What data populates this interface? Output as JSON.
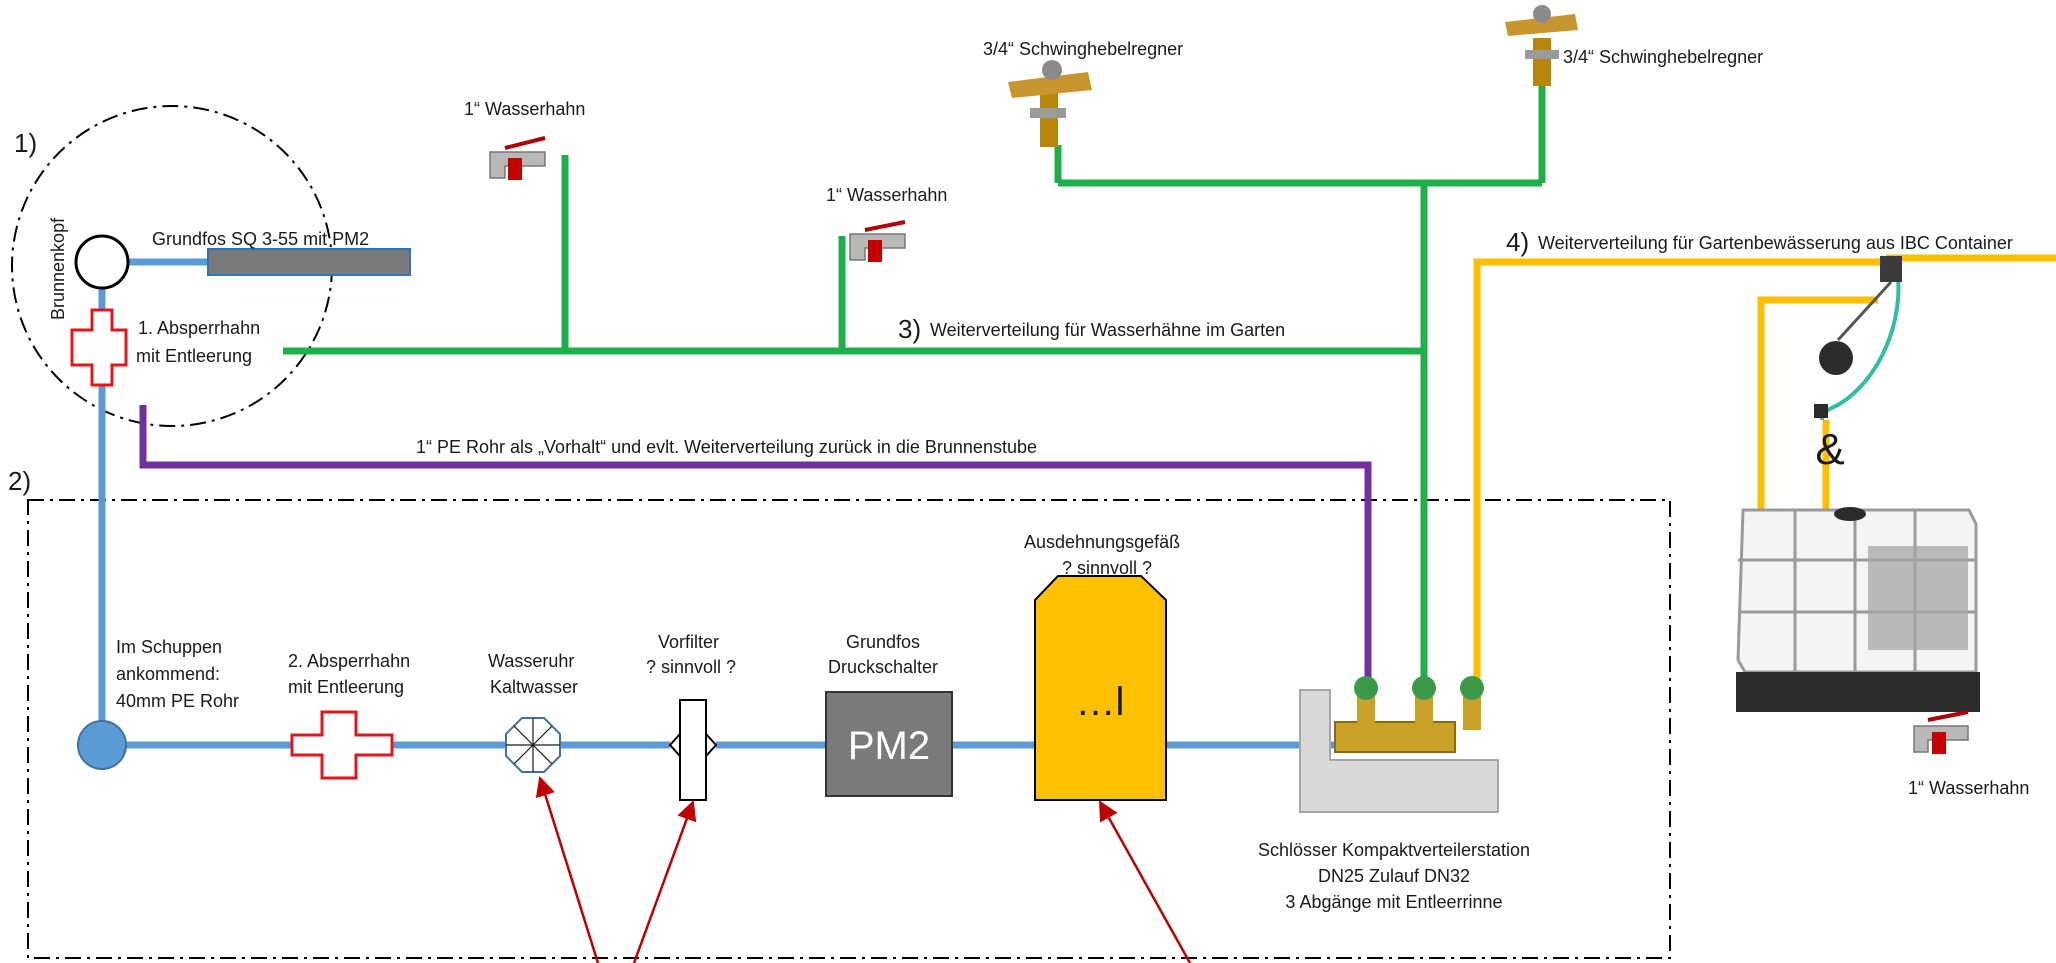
{
  "colors": {
    "blue_pipe": "#5b9bd5",
    "green_pipe": "#1db04a",
    "orange_pipe": "#ffbf00",
    "purple_pipe": "#7030a0",
    "red_valve": "#e3161b",
    "arrow": "#c00000",
    "pump_gray": "#7a7a7a",
    "expansion_tank": "#ffc000"
  },
  "sections": {
    "s1": "1)",
    "s2": "2)",
    "s3": "3)",
    "s4": "4)"
  },
  "labels": {
    "brunnenkopf": "Brunnenkopf",
    "pump": "Grundfos SQ 3-55 mit PM2",
    "valve1_line1": "1. Absperrhahn",
    "valve1_line2": "mit Entleerung",
    "faucet1": "1“ Wasserhahn",
    "faucet2": "1“ Wasserhahn",
    "faucet3": "1“ Wasserhahn",
    "sprinkler1": "3/4“ Schwinghebelregner",
    "sprinkler2": "3/4“ Schwinghebelregner",
    "line3": "Weiterverteilung für Wasserhähne im Garten",
    "line4": "Weiterverteilung für Gartenbewässerung aus IBC Container",
    "pe_reserve": "1“ PE Rohr als „Vorhalt“ und evlt. Weiterverteilung zurück in die Brunnenstube",
    "schuppen_line1": "Im Schuppen",
    "schuppen_line2": "ankommend:",
    "schuppen_line3": "40mm PE Rohr",
    "valve2_line1": "2. Absperrhahn",
    "valve2_line2": "mit Entleerung",
    "meter_line1": "Wasseruhr",
    "meter_line2": "Kaltwasser",
    "filter_line1": "Vorfilter",
    "filter_line2": "? sinnvoll ?",
    "switch_line1": "Grundfos",
    "switch_line2": "Druckschalter",
    "pm2": "PM2",
    "tank_line1": "Ausdehnungsgefäß",
    "tank_line2": "? sinnvoll ?",
    "tank_inner": "…l",
    "station_line1": "Schlösser Kompaktverteilerstation",
    "station_line2": "DN25 Zulauf DN32",
    "station_line3": "3 Abgänge mit Entleerrinne",
    "ampersand": "&"
  },
  "icons": [
    "wellhead-icon",
    "pump-icon",
    "shutoff-valve-icon",
    "faucet-icon",
    "sprinkler-icon",
    "water-meter-icon",
    "prefilter-icon",
    "pressure-switch-icon",
    "expansion-tank-icon",
    "distribution-station-icon",
    "float-valve-icon",
    "ibc-container-icon"
  ]
}
